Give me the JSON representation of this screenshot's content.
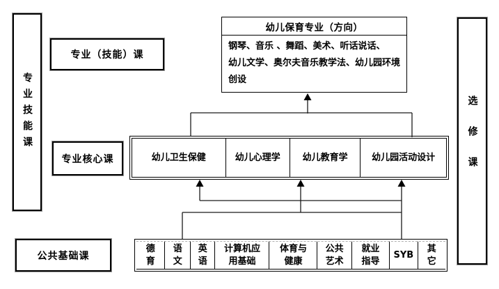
{
  "diagram": {
    "left_column": "专业技能课",
    "right_column": "选修课",
    "top_box": {
      "title": "幼儿保育专业（方向）",
      "body_lines": [
        "钢琴、音乐 、舞蹈、美术、听话说话、",
        "幼儿文学、奥尔夫音乐教学法、幼儿园环境",
        "创设"
      ]
    },
    "category_labels": {
      "skill": "专业（技能）课",
      "core": "专业核心课",
      "basic": "公共基础课"
    },
    "core_courses": [
      "幼儿卫生保健",
      "幼儿心理学",
      "幼儿教育学",
      "幼儿园活动设计"
    ],
    "basic_courses": [
      [
        "德",
        "育"
      ],
      [
        "语",
        "文"
      ],
      [
        "英",
        "语"
      ],
      [
        "计算机应",
        "用基础"
      ],
      [
        "体育与",
        "健康"
      ],
      [
        "公共",
        "艺术"
      ],
      [
        "就业",
        "指导"
      ],
      [
        "SYB"
      ],
      [
        "其",
        "它"
      ]
    ]
  },
  "colors": {
    "line": "#000000",
    "border_halo": "#999999",
    "dashed_grey": "#aaaaaa",
    "background": "#ffffff"
  }
}
